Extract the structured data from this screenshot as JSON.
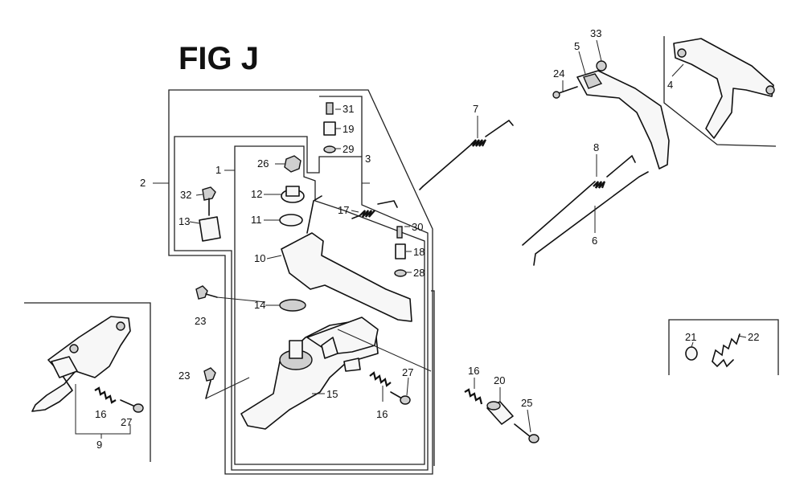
{
  "title": "FIG J",
  "callouts": {
    "1": "1",
    "2": "2",
    "3": "3",
    "4": "4",
    "5": "5",
    "6": "6",
    "7": "7",
    "8": "8",
    "9": "9",
    "10": "10",
    "11": "11",
    "12": "12",
    "13": "13",
    "14": "14",
    "15": "15",
    "16a": "16",
    "16b": "16",
    "16c": "16",
    "17": "17",
    "18": "18",
    "19": "19",
    "20": "20",
    "21": "21",
    "22": "22",
    "23a": "23",
    "23b": "23",
    "24": "24",
    "25": "25",
    "26": "26",
    "27a": "27",
    "27b": "27",
    "28": "28",
    "29": "29",
    "30": "30",
    "31": "31",
    "32": "32",
    "33": "33"
  }
}
